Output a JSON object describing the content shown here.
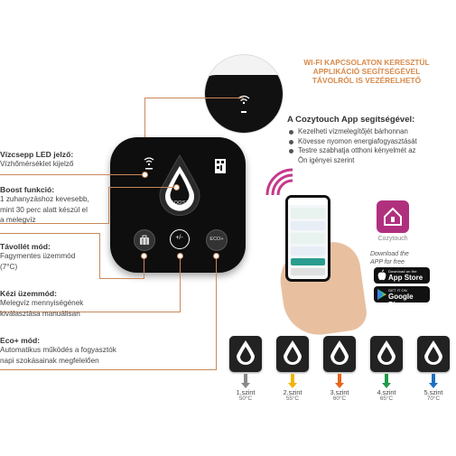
{
  "wifi_heading": [
    "WI-FI KAPCSOLATON KERESZTÜL",
    "APPLIKÁCIÓ SEGÍTSÉGÉVEL",
    "TÁVOLRÓL IS VEZÉRELHETŐ"
  ],
  "app_section": {
    "title": "A Cozytouch App segítségével:",
    "bullets": [
      "Kezelheti vízmelegítőjét bárhonnan",
      "Kövesse nyomon energiafogyasztását",
      "Testre szabhatja otthoni kényelmét az",
      "Ön igényei szerint"
    ],
    "app_name": "Cozytouch",
    "download_line1": "Download the",
    "download_line2": "APP for free",
    "appstore_small": "Download on the",
    "appstore_big": "App Store",
    "googleplay_small": "GET IT ON",
    "googleplay_big": "Google Play"
  },
  "labels": {
    "led": {
      "title": "Vízcsepp LED jelző:",
      "text": "Vízhőmérséklet kijelző"
    },
    "boost": {
      "title": "Boost funkció:",
      "lines": [
        "1 zuhanyzáshoz kevesebb,",
        "mint 30 perc alatt készül el",
        "a melegvíz"
      ]
    },
    "away": {
      "title": "Távollét mód:",
      "lines": [
        "Fagymentes üzemmód",
        "(7°C)"
      ]
    },
    "manual": {
      "title": "Kézi üzemmód:",
      "lines": [
        "Melegvíz mennyiségének",
        "kiválasztása manuálisan"
      ]
    },
    "eco": {
      "title": "Eco+ mód:",
      "lines": [
        "Automatikus működés a fogyasztók",
        "napi szokásainak megfelelően"
      ]
    }
  },
  "device": {
    "boost_label": "BOOST",
    "eco_label": "ECO+",
    "manual_label": "+/-"
  },
  "levels": [
    {
      "name": "1.szint",
      "temp": "50°C",
      "color": "#8a8a8a"
    },
    {
      "name": "2.szint",
      "temp": "55°C",
      "color": "#f2b400"
    },
    {
      "name": "3.szint",
      "temp": "60°C",
      "color": "#e8651c"
    },
    {
      "name": "4.szint",
      "temp": "65°C",
      "color": "#1f9a4a"
    },
    {
      "name": "5.szint",
      "temp": "70°C",
      "color": "#1e6fc4"
    }
  ],
  "colors": {
    "accent_line": "#c9885a",
    "wifi_title": "#d88a4a",
    "app_icon": "#b0307e",
    "wifi_waves": "#c43a8a"
  }
}
